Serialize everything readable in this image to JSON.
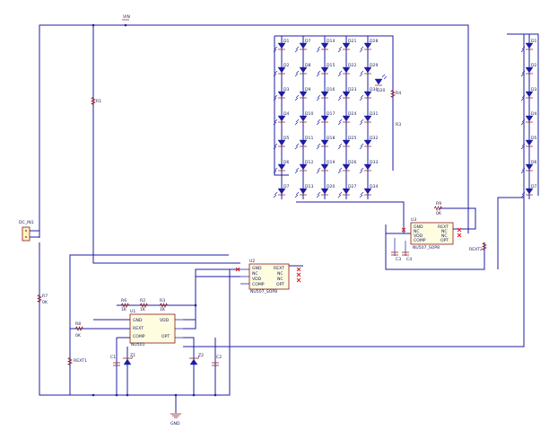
{
  "labels": {
    "vin": "VIN",
    "gnd": "GND",
    "dc_in": "DC_IN1",
    "r1": "R1",
    "r2": "R2",
    "r3": "R3",
    "r4": "R4",
    "r6": "R6",
    "r7": "R7",
    "r8": "R8",
    "r9": "R9",
    "rext1": "REXT1",
    "rext2": "REXT2",
    "u1": "U1",
    "u2": "U2",
    "u3": "U3",
    "c1": "C1",
    "c2": "C2",
    "c3": "C3",
    "c4": "C4",
    "z1": "Z1",
    "z2": "Z2",
    "d20": "D20",
    "one_k": "1K",
    "zero_k": "0K"
  },
  "chips": {
    "u1": {
      "part": "NU501",
      "left_pins": [
        "GND",
        "REXT",
        "COMP"
      ],
      "right_pins": [
        "VDD",
        "OPT"
      ]
    },
    "u2": {
      "part": "NU507_SOP8",
      "left_pins": [
        "GND",
        "NC",
        "VDD",
        "COMP"
      ],
      "right_pins": [
        "REXT",
        "NC",
        "NC",
        "OPT"
      ]
    },
    "u3": {
      "part": "NU507_SOP8",
      "left_pins": [
        "GND",
        "NC",
        "VDD",
        "COMP"
      ],
      "right_pins": [
        "REXT",
        "NC",
        "NC",
        "OPT"
      ]
    }
  },
  "led_columns": [
    {
      "labels": [
        "D1",
        "D2",
        "D3",
        "D4",
        "D5",
        "D6",
        "D7"
      ]
    },
    {
      "labels": [
        "D7",
        "D8",
        "D9",
        "D10",
        "D11",
        "D12",
        "D13"
      ]
    },
    {
      "labels": [
        "D14",
        "D15",
        "D16",
        "D17",
        "D18",
        "D19",
        "D20"
      ]
    },
    {
      "labels": [
        "D21",
        "D22",
        "D23",
        "D24",
        "D25",
        "D26",
        "D27"
      ]
    },
    {
      "labels": [
        "D28",
        "D29",
        "D30",
        "D31",
        "D32",
        "D33",
        "D34"
      ]
    },
    {
      "labels": [
        "D1",
        "D2",
        "D3",
        "D4",
        "D5",
        "D6",
        "D7"
      ]
    }
  ]
}
